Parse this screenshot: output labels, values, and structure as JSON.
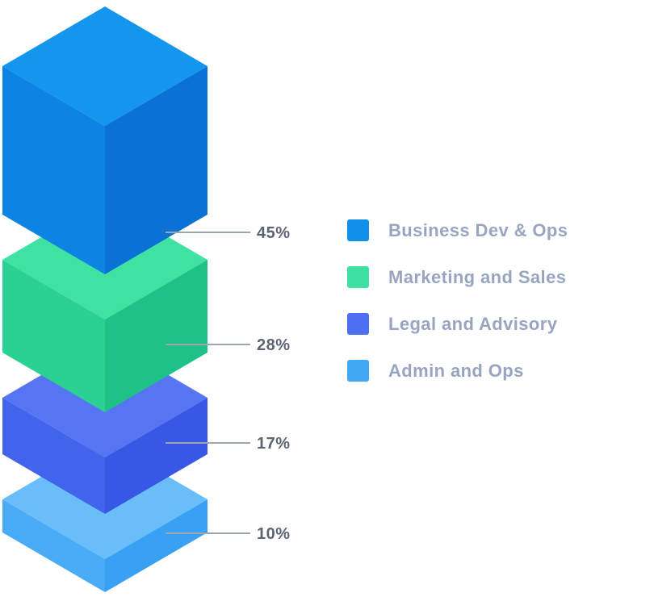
{
  "page": {
    "background": "#ffffff"
  },
  "chart_data": {
    "type": "isometric-stacked-bar",
    "orientation": "vertical",
    "unit": "%",
    "total": 100,
    "legend_position": "right",
    "segments": [
      {
        "label": "Business Dev & Ops",
        "value": 45,
        "value_label": "45%",
        "colors": {
          "top": "#1496EE",
          "left": "#0D84E4",
          "right": "#0A71D5",
          "legend": "#1190EA"
        }
      },
      {
        "label": "Marketing and Sales",
        "value": 28,
        "value_label": "28%",
        "colors": {
          "top": "#3FE2A1",
          "left": "#2AD193",
          "right": "#1EC186",
          "legend": "#3EE0A0"
        }
      },
      {
        "label": "Legal and Advisory",
        "value": 17,
        "value_label": "17%",
        "colors": {
          "top": "#5575F2",
          "left": "#4263EB",
          "right": "#3857E4",
          "legend": "#4D6FF0"
        }
      },
      {
        "label": "Admin and Ops",
        "value": 10,
        "value_label": "10%",
        "colors": {
          "top": "#69BEF9",
          "left": "#4AACF6",
          "right": "#38A1F3",
          "legend": "#41A8F5"
        }
      }
    ],
    "style": {
      "leader_line_color": "#9CA5B2",
      "value_label_color": "#5C6473",
      "legend_label_color": "#99A5C0"
    }
  }
}
